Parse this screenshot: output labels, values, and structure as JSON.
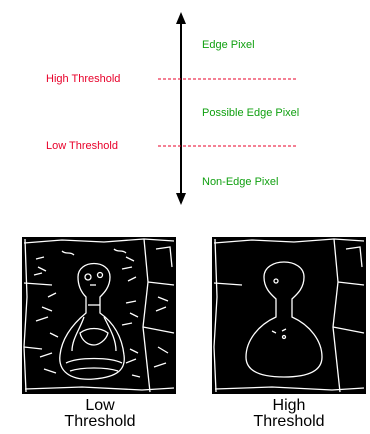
{
  "diagram": {
    "edge_pixel_label": "Edge Pixel",
    "high_threshold_label": "High Threshold",
    "possible_edge_label": "Possible Edge Pixel",
    "low_threshold_label": "Low Threshold",
    "non_edge_label": "Non-Edge Pixel",
    "colors": {
      "threshold": "#e8002a",
      "region": "#10a010",
      "axis": "#000000"
    }
  },
  "images": {
    "low": {
      "caption_line1": "Low",
      "caption_line2": "Threshold"
    },
    "high": {
      "caption_line1": "High",
      "caption_line2": "Threshold"
    }
  }
}
